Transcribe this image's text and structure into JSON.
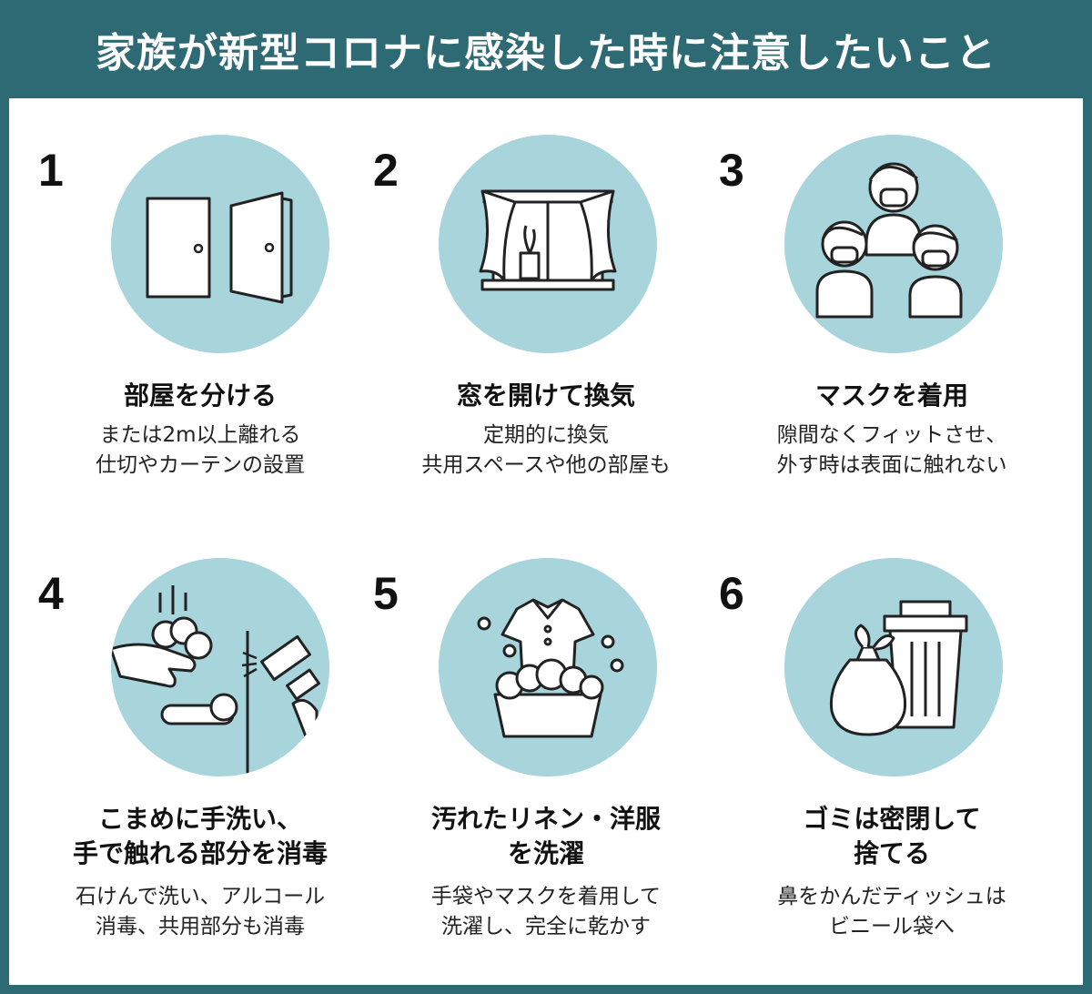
{
  "header": {
    "title": "家族が新型コロナに感染した時に注意したいこと"
  },
  "items": [
    {
      "number": "1",
      "title": [
        "部屋を分ける"
      ],
      "desc": [
        "または2m以上離れる",
        "仕切やカーテンの設置"
      ],
      "icon": "doors-icon"
    },
    {
      "number": "2",
      "title": [
        "窓を開けて換気"
      ],
      "desc": [
        "定期的に換気",
        "共用スペースや他の部屋も"
      ],
      "icon": "window-icon"
    },
    {
      "number": "3",
      "title": [
        "マスクを着用"
      ],
      "desc": [
        "隙間なくフィットさせ、",
        "外す時は表面に触れない"
      ],
      "icon": "masked-family-icon"
    },
    {
      "number": "4",
      "title": [
        "こまめに手洗い、",
        "手で触れる部分を消毒"
      ],
      "desc": [
        "石けんで洗い、アルコール",
        "消毒、共用部分も消毒"
      ],
      "icon": "handwash-disinfect-icon"
    },
    {
      "number": "5",
      "title": [
        "汚れたリネン・洋服",
        "を洗濯"
      ],
      "desc": [
        "手袋やマスクを着用して",
        "洗濯し、完全に乾かす"
      ],
      "icon": "laundry-icon"
    },
    {
      "number": "6",
      "title": [
        "ゴミは密閉して",
        "捨てる"
      ],
      "desc": [
        "鼻をかんだティッシュは",
        "ビニール袋へ"
      ],
      "icon": "trash-bag-icon"
    }
  ],
  "colors": {
    "frame": "#2e6a74",
    "circle": "#a8d4dc",
    "panel": "#ffffff",
    "text": "#111111"
  }
}
